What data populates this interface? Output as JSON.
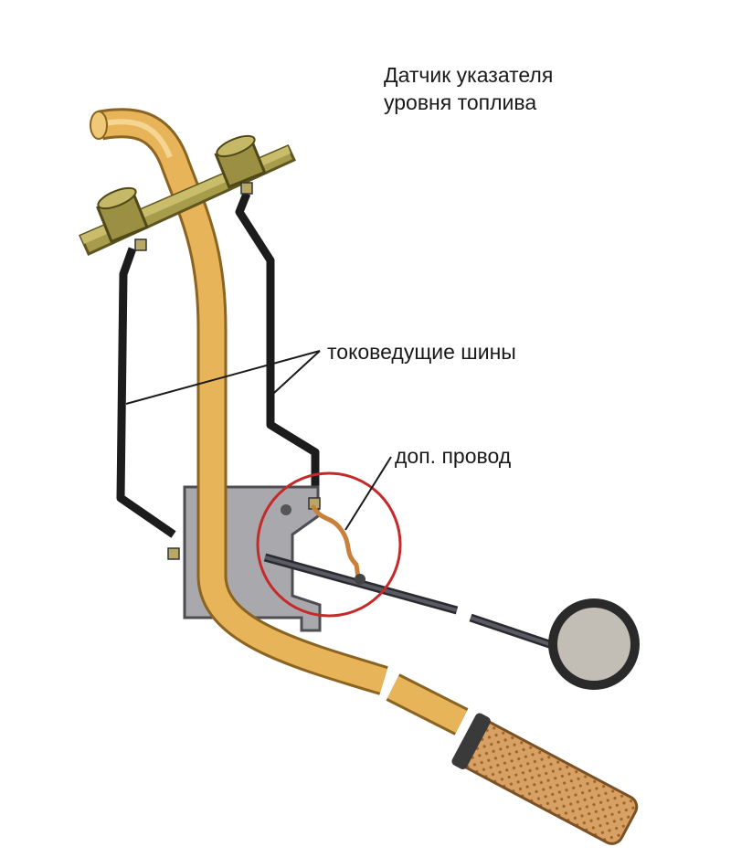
{
  "diagram": {
    "title_line1": "Датчик указателя",
    "title_line2": "уровня топлива",
    "labels": {
      "busbars": "токоведущие шины",
      "extra_wire": "доп. провод"
    }
  },
  "colors": {
    "tube": "#e8b45a",
    "tube_dark": "#b9862e",
    "flange": "#a79c4c",
    "flange_dark": "#6e6428",
    "body": "#a9a9ad",
    "rail": "#1c1c1c",
    "float": "#c2bdb5",
    "filter": "#d49a5c",
    "highlight_circle": "#c42a2a"
  }
}
